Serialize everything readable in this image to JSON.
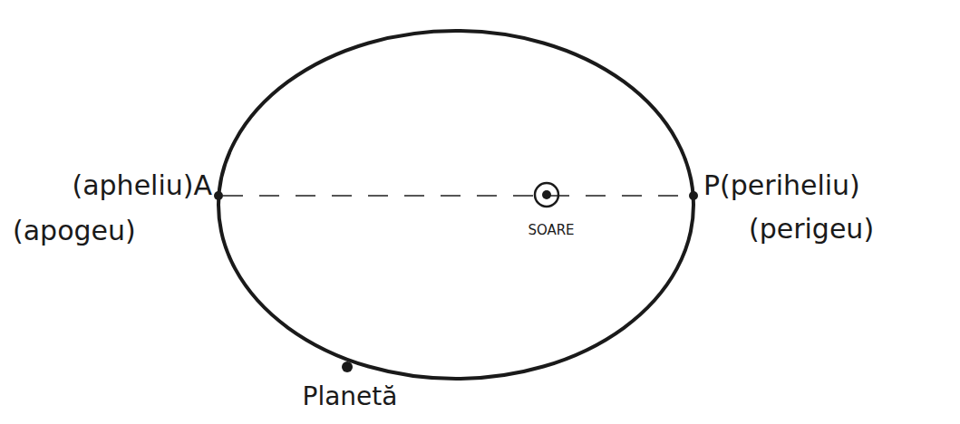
{
  "diagram": {
    "labels": [
      "(apheliu)A",
      "(apogeu)",
      "SOARE",
      "P(periheliu)",
      "(perigeu)",
      "Planetă"
    ]
  }
}
